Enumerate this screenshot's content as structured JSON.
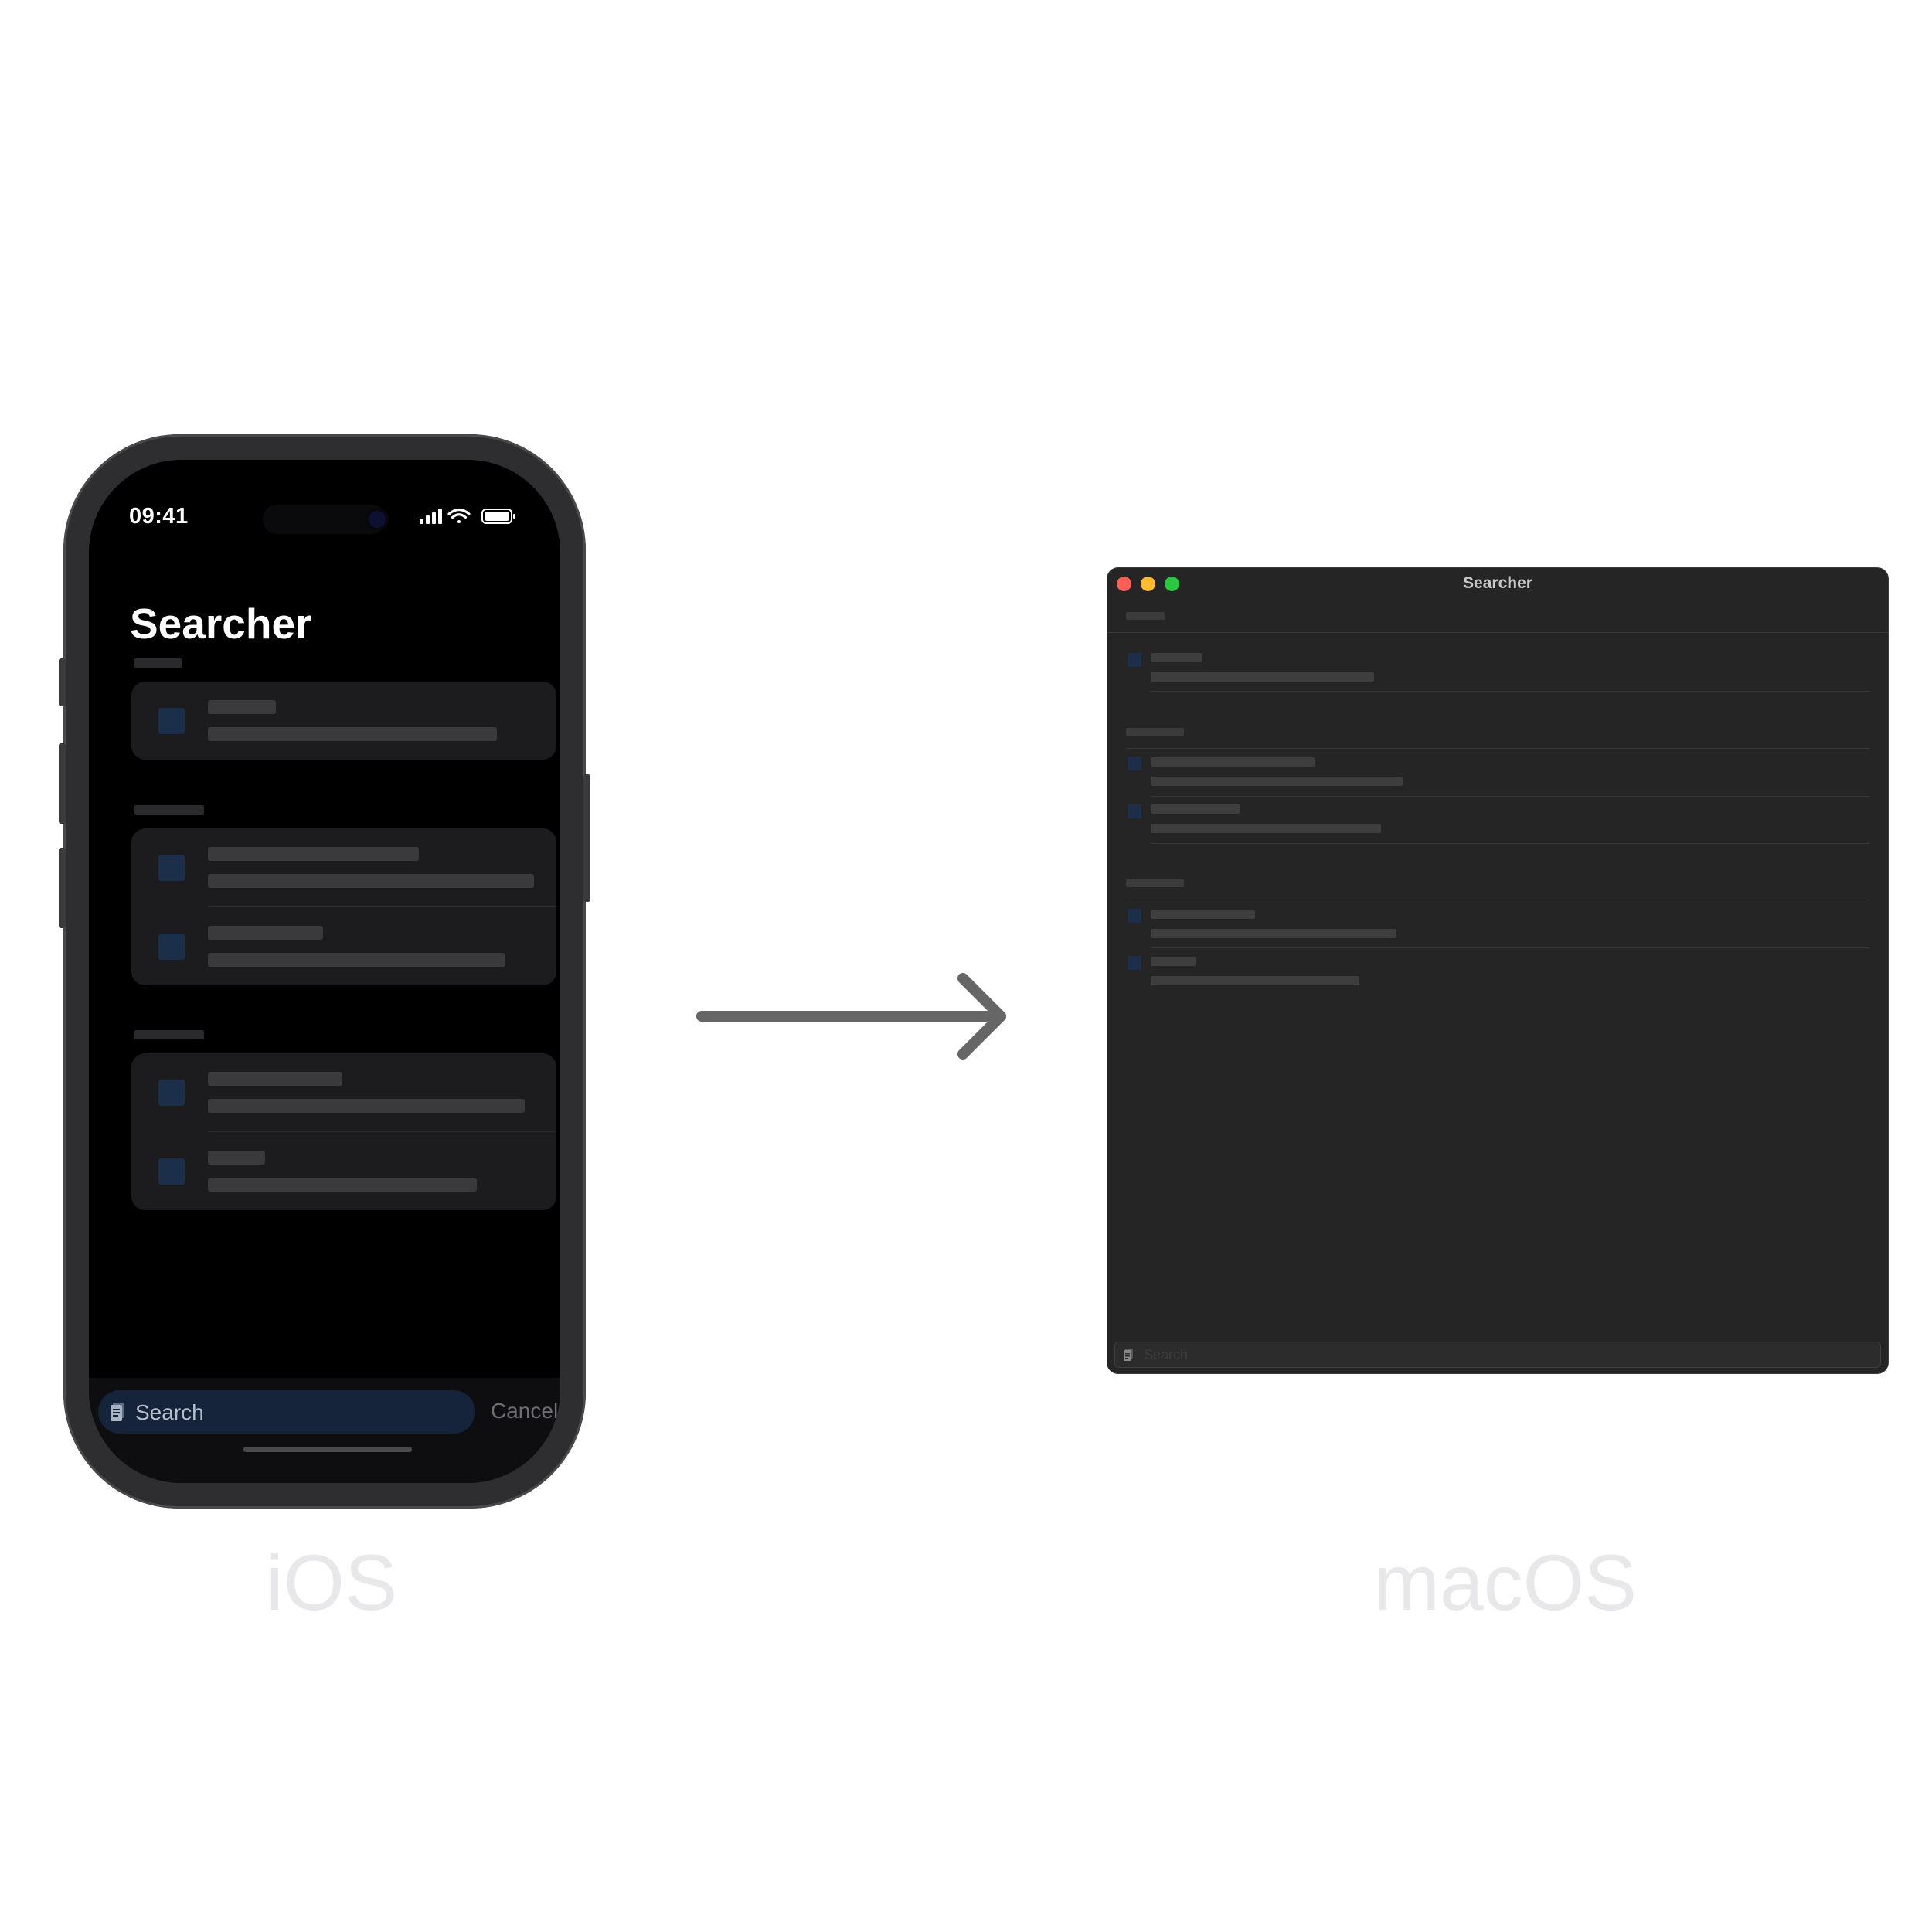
{
  "ios": {
    "status_time": "09:41",
    "title": "Searcher",
    "search_placeholder": "Search",
    "cancel_label": "Cancel",
    "caption": "iOS"
  },
  "macos": {
    "window_title": "Searcher",
    "search_placeholder": "Search",
    "caption": "macOS"
  },
  "colors": {
    "close": "#ff5f57",
    "minimize": "#febc2e",
    "zoom": "#28c840",
    "arrow": "#666666"
  }
}
